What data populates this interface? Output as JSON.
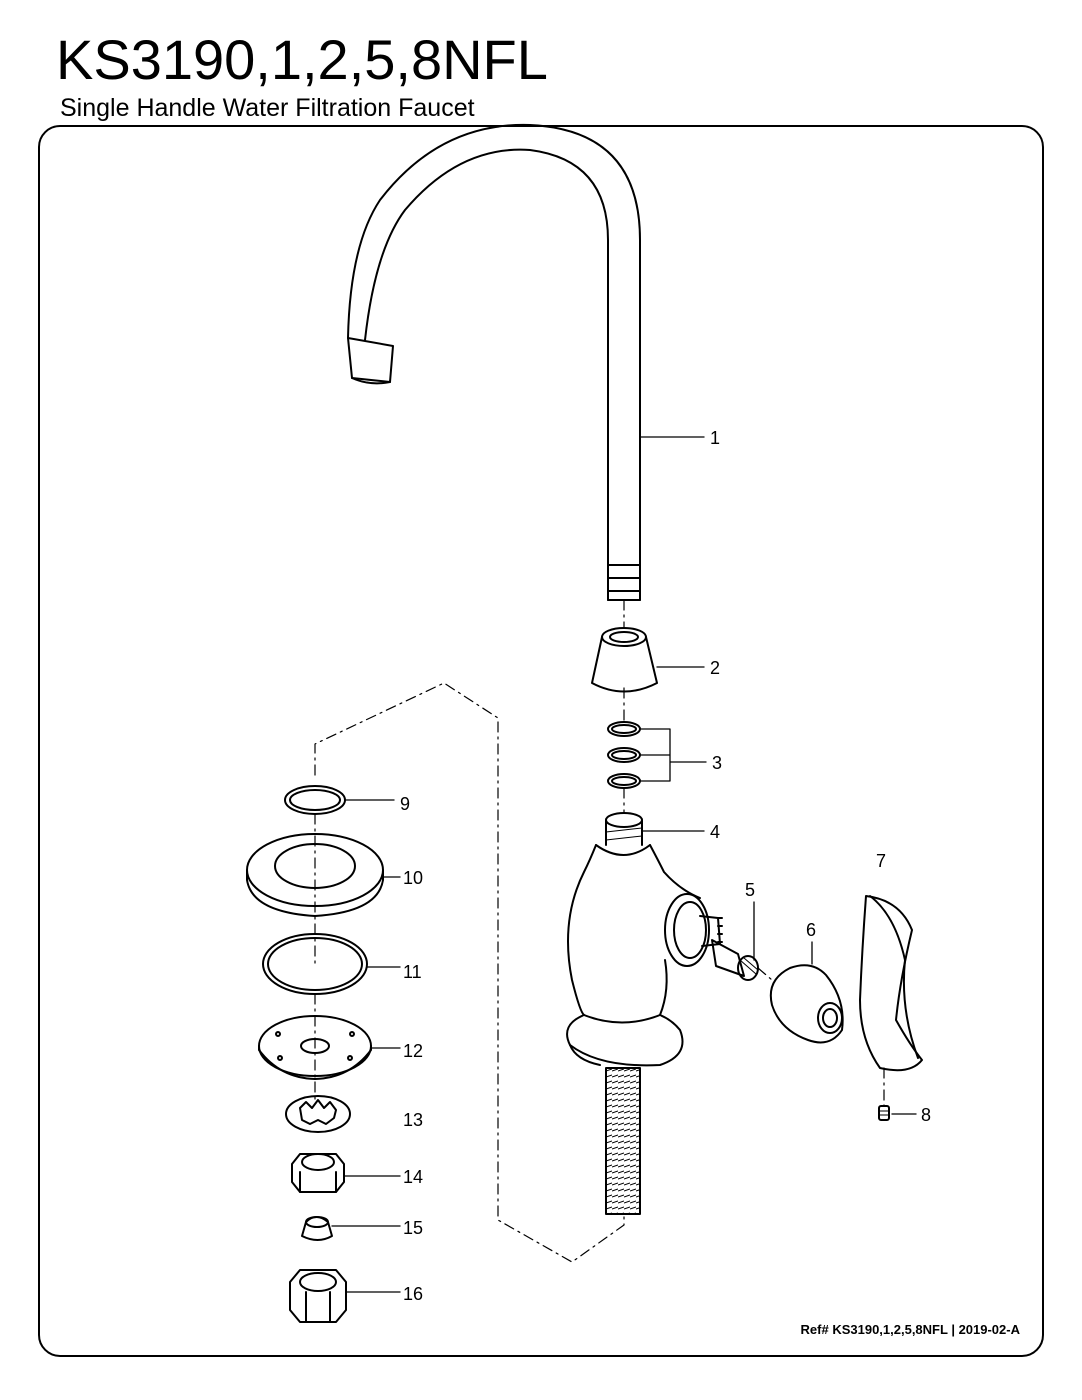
{
  "title": "KS3190,1,2,5,8NFL",
  "subtitle": "Single Handle Water Filtration Faucet",
  "parts": {
    "p1": "1",
    "p2": "2",
    "p3": "3",
    "p4": "4",
    "p5": "5",
    "p6": "6",
    "p7": "7",
    "p8": "8",
    "p9": "9",
    "p10": "10",
    "p11": "11",
    "p12": "12",
    "p13": "13",
    "p14": "14",
    "p15": "15",
    "p16": "16"
  },
  "reference": "Ref# KS3190,1,2,5,8NFL | 2019-02-A"
}
